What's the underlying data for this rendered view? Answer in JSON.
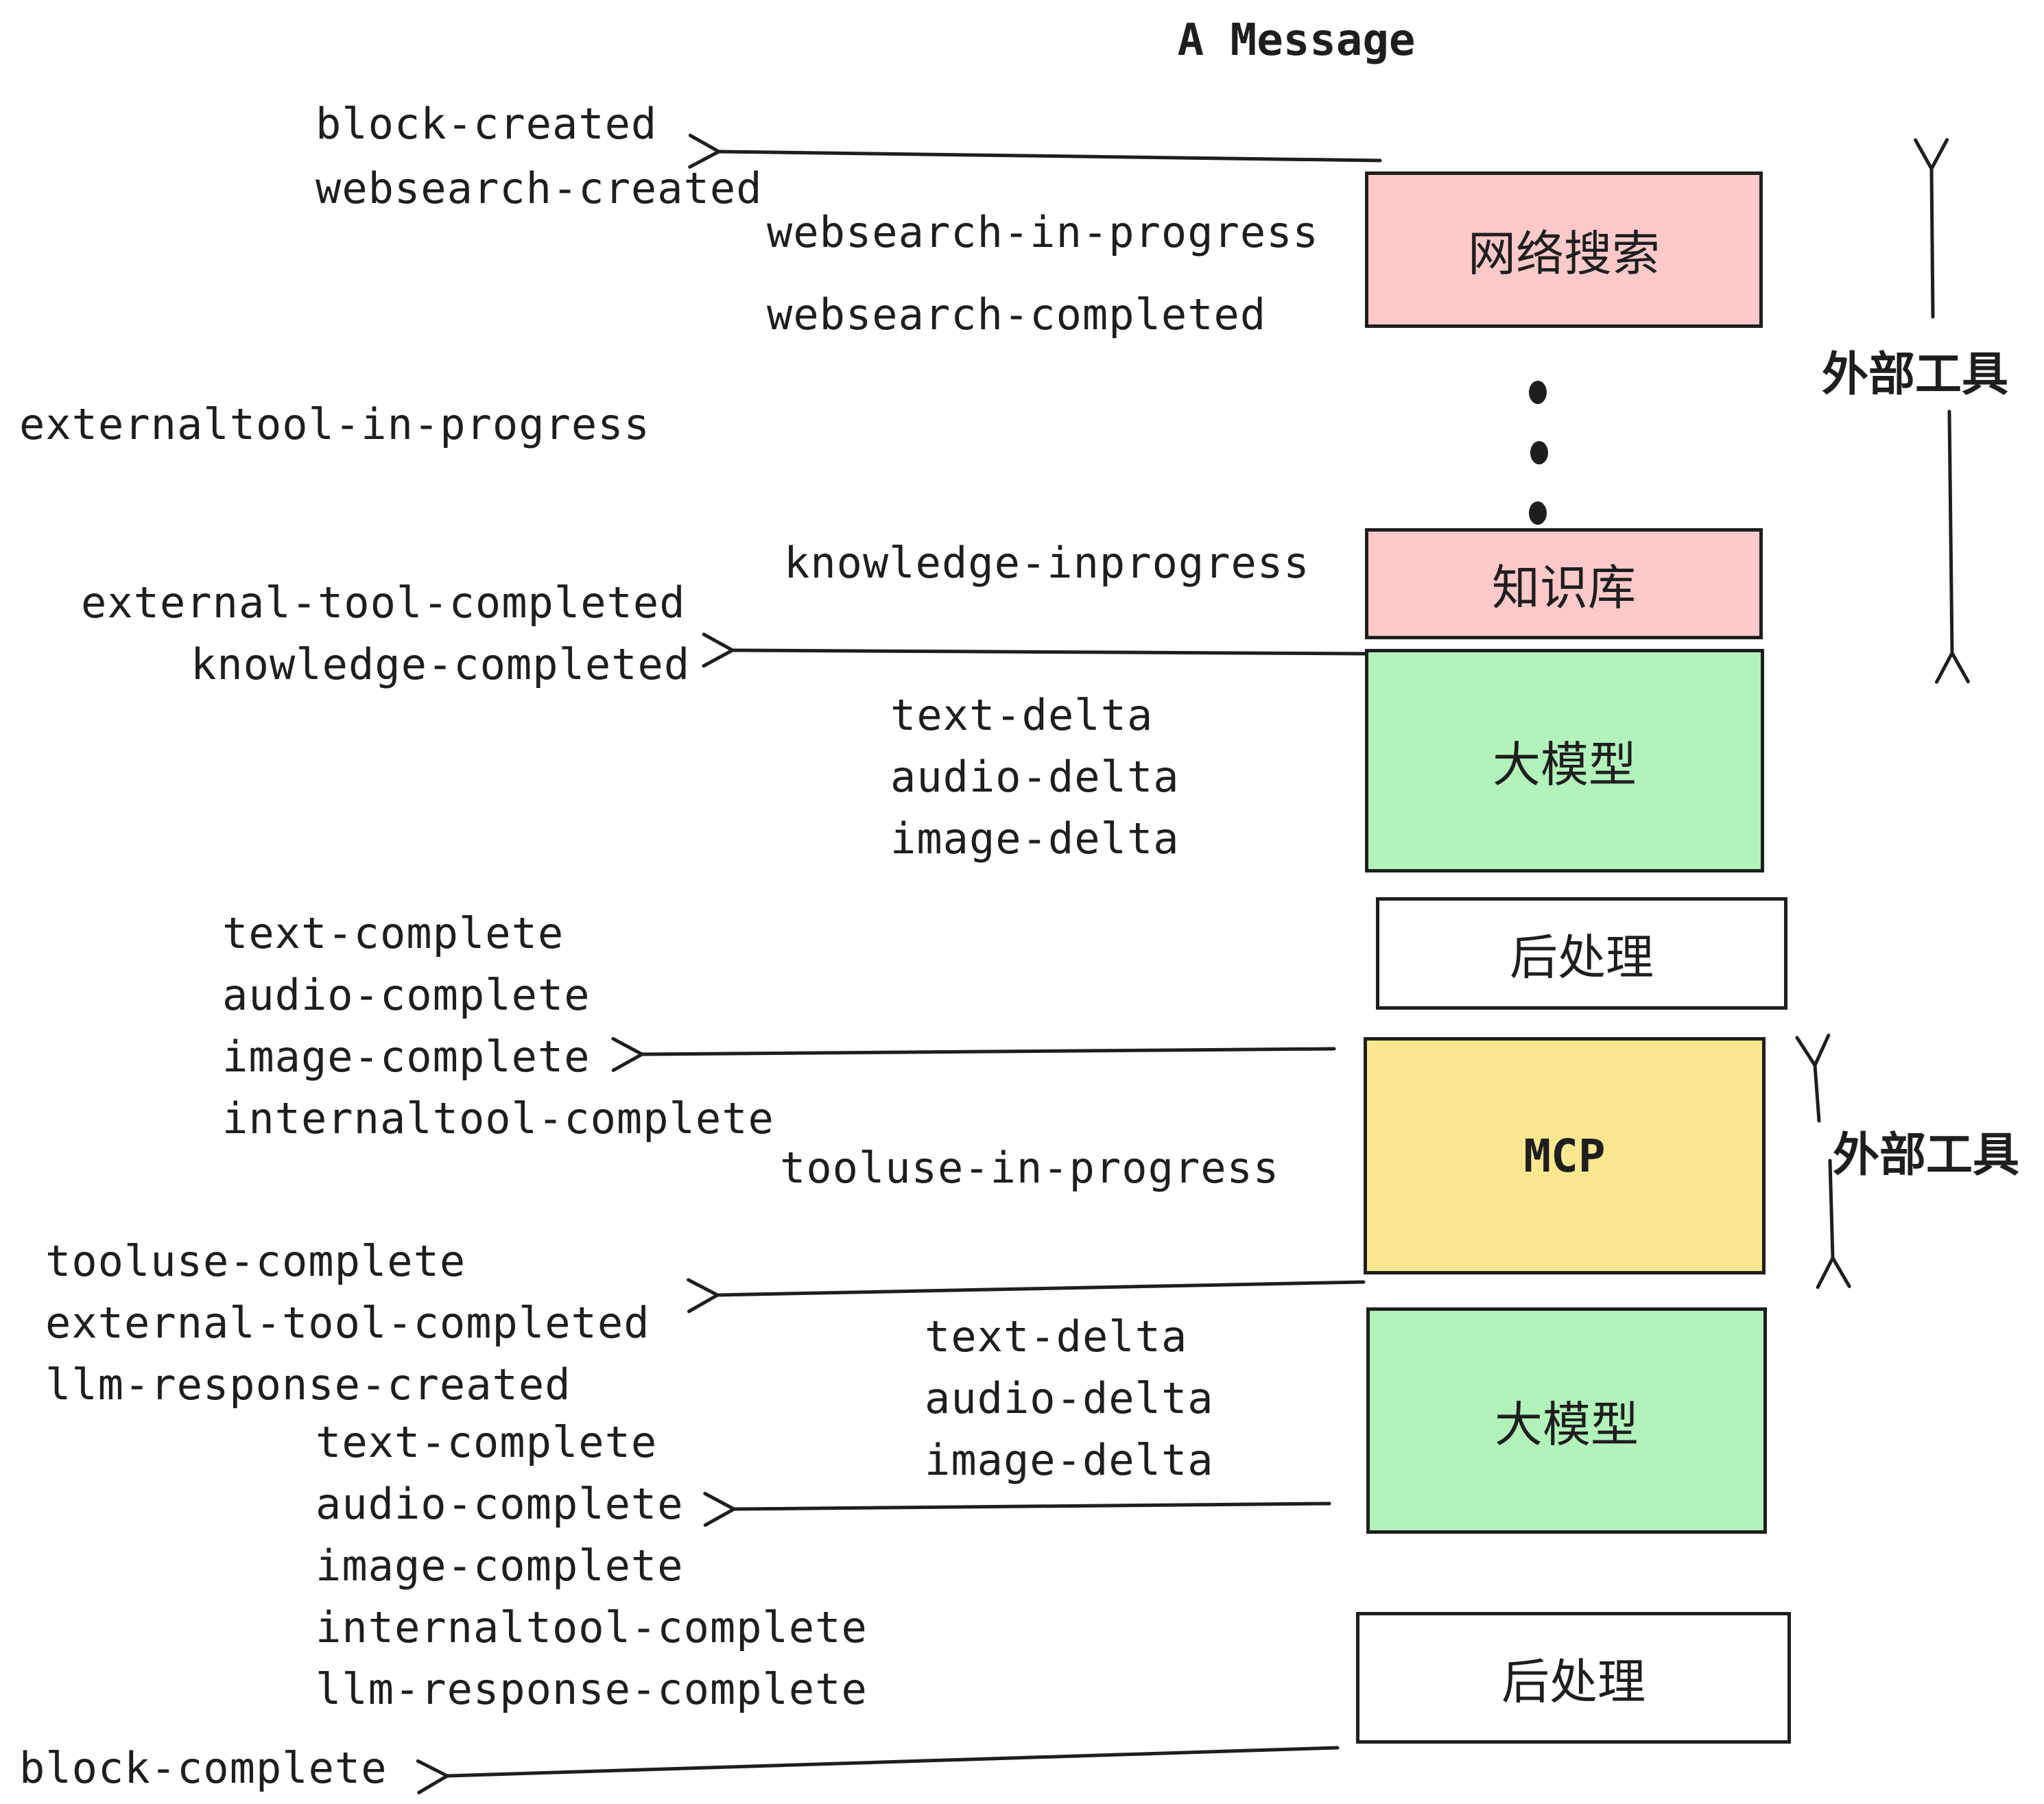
{
  "title": "A Message",
  "colors": {
    "ink": "#1e1e1e",
    "box_pink": "#ffc9c9",
    "box_green": "#b2f2bb",
    "box_yellow": "#fbe78f",
    "box_white": "#ffffff"
  },
  "boxes": [
    {
      "id": "websearch",
      "label": "网络搜索",
      "color": "#ffc9c9"
    },
    {
      "id": "knowledge",
      "label": "知识库",
      "color": "#ffc9c9"
    },
    {
      "id": "llm-1",
      "label": "大模型",
      "color": "#b2f2bb"
    },
    {
      "id": "post-1",
      "label": "后处理",
      "color": "#ffffff"
    },
    {
      "id": "mcp",
      "label": "MCP",
      "color": "#fbe78f"
    },
    {
      "id": "llm-2",
      "label": "大模型",
      "color": "#b2f2bb"
    },
    {
      "id": "post-2",
      "label": "后处理",
      "color": "#ffffff"
    }
  ],
  "side_labels": [
    {
      "text": "外部工具"
    },
    {
      "text": "外部工具"
    }
  ],
  "events": [
    {
      "text": "block-created"
    },
    {
      "text": "websearch-created"
    },
    {
      "text": "websearch-in-progress"
    },
    {
      "text": "websearch-completed"
    },
    {
      "text": "externaltool-in-progress"
    },
    {
      "text": "knowledge-inprogress"
    },
    {
      "text": "external-tool-completed"
    },
    {
      "text": "knowledge-completed"
    },
    {
      "text": "text-delta"
    },
    {
      "text": "audio-delta"
    },
    {
      "text": "image-delta"
    },
    {
      "text": "text-complete"
    },
    {
      "text": "audio-complete"
    },
    {
      "text": "image-complete"
    },
    {
      "text": "internaltool-complete"
    },
    {
      "text": "tooluse-in-progress"
    },
    {
      "text": "tooluse-complete"
    },
    {
      "text": "external-tool-completed"
    },
    {
      "text": "llm-response-created"
    },
    {
      "text": "text-complete"
    },
    {
      "text": "audio-complete"
    },
    {
      "text": "text-delta"
    },
    {
      "text": "audio-delta"
    },
    {
      "text": "image-delta"
    },
    {
      "text": "image-complete"
    },
    {
      "text": "internaltool-complete"
    },
    {
      "text": "llm-response-complete"
    },
    {
      "text": "block-complete"
    }
  ]
}
